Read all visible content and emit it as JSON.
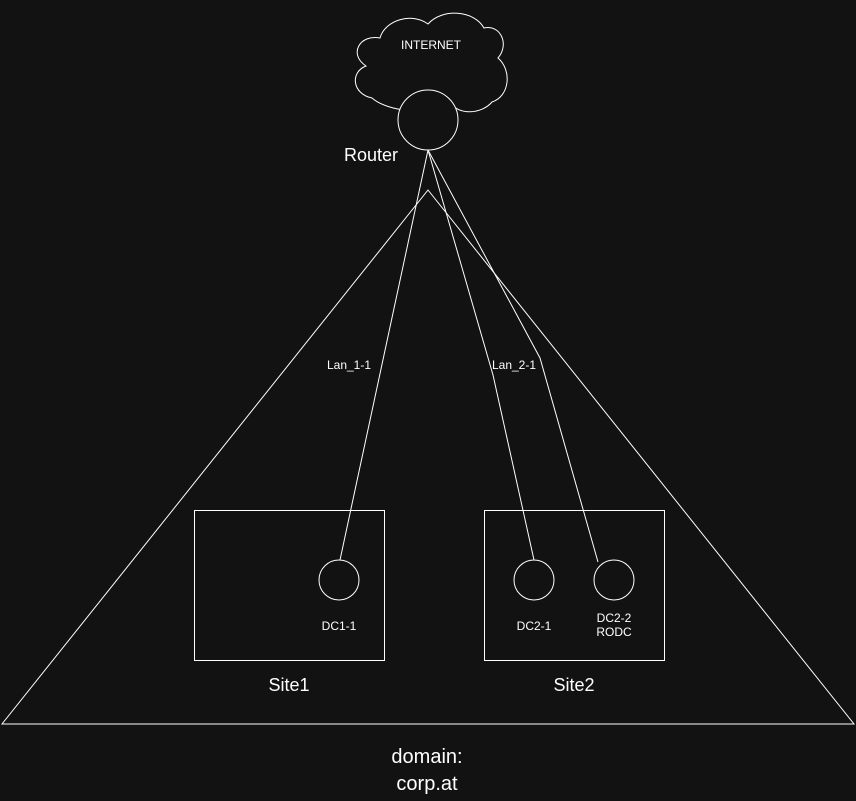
{
  "colors": {
    "background": "#121212",
    "stroke": "#ffffff",
    "text": "#ffffff"
  },
  "internet": {
    "label": "INTERNET"
  },
  "router": {
    "label": "Router"
  },
  "links": {
    "lan1": "Lan_1-1",
    "lan2": "Lan_2-1"
  },
  "sites": [
    {
      "name": "Site1",
      "nodes": [
        {
          "label": "DC1-1"
        }
      ]
    },
    {
      "name": "Site2",
      "nodes": [
        {
          "label": "DC2-1"
        },
        {
          "label": "DC2-2\nRODC"
        }
      ]
    }
  ],
  "domain": {
    "label": "domain:\ncorp.at"
  }
}
